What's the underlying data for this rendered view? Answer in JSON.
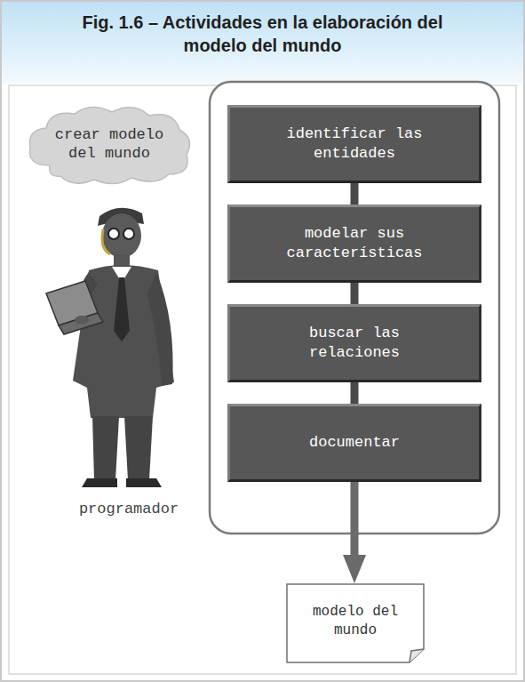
{
  "diagram": {
    "title": "Fig. 1.6 – Actividades en la elaboración del modelo del mundo",
    "nodes": [
      {
        "text": [
          "crear modelo del mundo"
        ]
      },
      {
        "text": [
          "identificar las entidades"
        ]
      },
      {
        "text": [
          "modelar sus características"
        ]
      },
      {
        "text": [
          "buscar las relaciones"
        ]
      },
      {
        "text": [
          "documentar"
        ]
      },
      {
        "text": [
          "modelo del mundo"
        ]
      }
    ],
    "edges": [
      {
        "from": 1,
        "to": 2,
        "arrow": "none"
      },
      {
        "from": 2,
        "to": 3,
        "arrow": "none"
      },
      {
        "from": 3,
        "to": 4,
        "arrow": "none"
      },
      {
        "from": 4,
        "to": 5,
        "arrow": "to"
      }
    ],
    "labels": [
      "programador"
    ]
  }
}
